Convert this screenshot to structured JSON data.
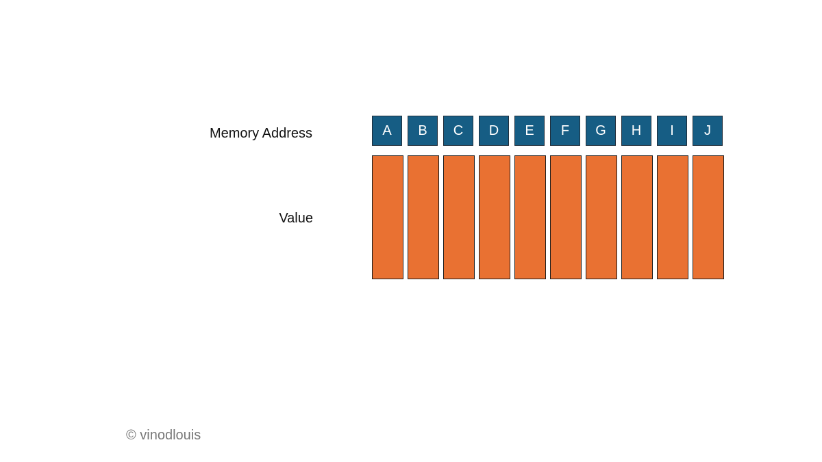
{
  "labels": {
    "memory_address": "Memory Address",
    "value": "Value"
  },
  "addresses": [
    "A",
    "B",
    "C",
    "D",
    "E",
    "F",
    "G",
    "H",
    "I",
    "J"
  ],
  "values": [
    "",
    "",
    "",
    "",
    "",
    "",
    "",
    "",
    "",
    ""
  ],
  "copyright": "© vinodlouis",
  "colors": {
    "address_fill": "#165d84",
    "value_fill": "#e97132",
    "copyright_text": "#777777"
  }
}
